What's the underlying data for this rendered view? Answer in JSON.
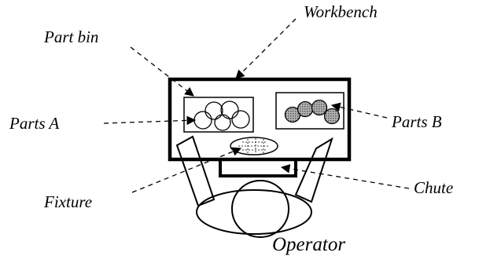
{
  "labels": {
    "workbench": "Workbench",
    "part_bin": "Part bin",
    "parts_a": "Parts A",
    "parts_b": "Parts B",
    "fixture": "Fixture",
    "chute": "Chute",
    "operator": "Operator"
  },
  "colors": {
    "stroke": "#000000",
    "background": "#ffffff",
    "parts_b_fill": "#a8a8a8"
  }
}
